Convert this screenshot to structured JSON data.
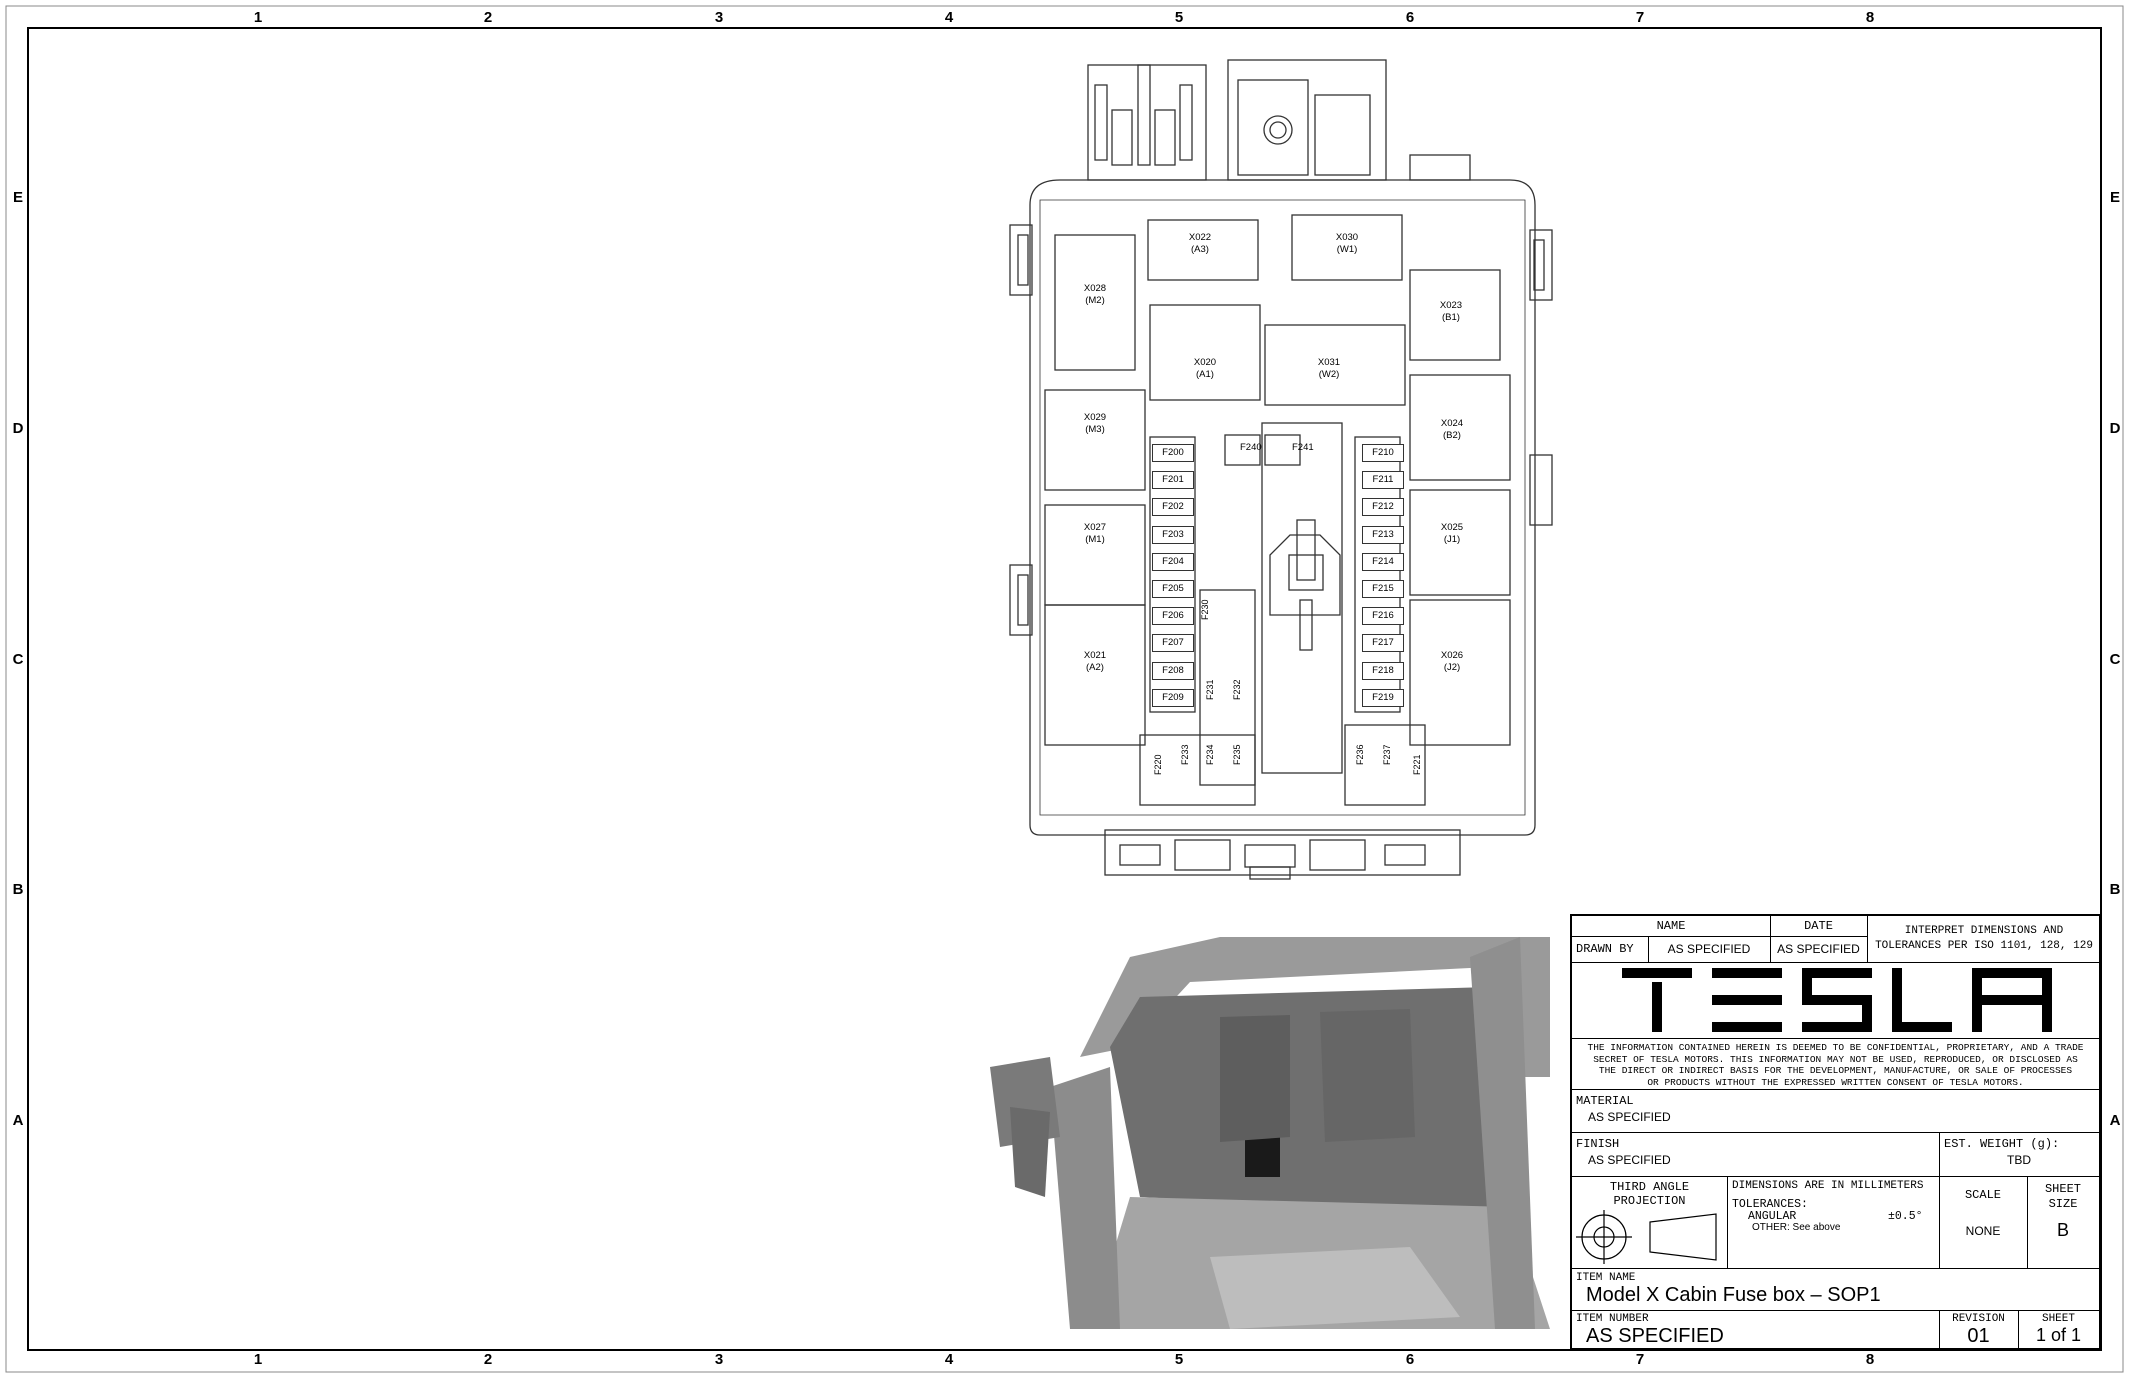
{
  "grid": {
    "columns": [
      "1",
      "2",
      "3",
      "4",
      "5",
      "6",
      "7",
      "8"
    ],
    "rows": [
      "E",
      "D",
      "C",
      "B",
      "A"
    ]
  },
  "fuse_box": {
    "connectors": [
      {
        "id": "X022",
        "sub": "(A3)"
      },
      {
        "id": "X030",
        "sub": "(W1)"
      },
      {
        "id": "X028",
        "sub": "(M2)"
      },
      {
        "id": "X023",
        "sub": "(B1)"
      },
      {
        "id": "X020",
        "sub": "(A1)"
      },
      {
        "id": "X031",
        "sub": "(W2)"
      },
      {
        "id": "X029",
        "sub": "(M3)"
      },
      {
        "id": "X024",
        "sub": "(B2)"
      },
      {
        "id": "X027",
        "sub": "(M1)"
      },
      {
        "id": "X025",
        "sub": "(J1)"
      },
      {
        "id": "X021",
        "sub": "(A2)"
      },
      {
        "id": "X026",
        "sub": "(J2)"
      }
    ],
    "fuses_left": [
      "F200",
      "F201",
      "F202",
      "F203",
      "F204",
      "F205",
      "F206",
      "F207",
      "F208",
      "F209"
    ],
    "fuses_right": [
      "F210",
      "F211",
      "F212",
      "F213",
      "F214",
      "F215",
      "F216",
      "F217",
      "F218",
      "F219"
    ],
    "fuses_top": [
      "F240",
      "F241"
    ],
    "fuses_vertical": [
      "F230",
      "F231",
      "F232",
      "F220",
      "F233",
      "F234",
      "F235",
      "F236",
      "F237",
      "F221"
    ]
  },
  "title_block": {
    "name_header": "NAME",
    "date_header": "DATE",
    "drawn_by_label": "DRAWN BY",
    "drawn_by_name": "AS SPECIFIED",
    "drawn_by_date": "AS SPECIFIED",
    "interpret_note": "INTERPRET DIMENSIONS AND TOLERANCES PER ISO 1101, 128, 129",
    "brand": "TESLA",
    "confidential_1": "THE INFORMATION CONTAINED HEREIN IS DEEMED TO BE CONFIDENTIAL, PROPRIETARY, AND A TRADE",
    "confidential_2": "SECRET OF TESLA MOTORS.  THIS INFORMATION MAY NOT BE USED, REPRODUCED, OR DISCLOSED AS",
    "confidential_3": "THE DIRECT OR INDIRECT BASIS FOR THE DEVELOPMENT, MANUFACTURE, OR SALE OF PROCESSES",
    "confidential_4": "OR PRODUCTS WITHOUT THE EXPRESSED WRITTEN CONSENT OF TESLA MOTORS.",
    "material_label": "MATERIAL",
    "material_value": "AS SPECIFIED",
    "finish_label": "FINISH",
    "finish_value": "AS SPECIFIED",
    "weight_label": "EST. WEIGHT (g):",
    "weight_value": "TBD",
    "projection_label_1": "THIRD ANGLE",
    "projection_label_2": "PROJECTION",
    "dims_label": "DIMENSIONS ARE IN MILLIMETERS",
    "tolerances_label": "TOLERANCES:",
    "angular_label": "ANGULAR",
    "angular_value": "±0.5°",
    "other_label": "OTHER: See above",
    "scale_label": "SCALE",
    "scale_value": "NONE",
    "sheet_size_label_1": "SHEET",
    "sheet_size_label_2": "SIZE",
    "sheet_size_value": "B",
    "item_name_label": "ITEM NAME",
    "item_name_value": "Model X Cabin Fuse box – SOP1",
    "item_number_label": "ITEM NUMBER",
    "item_number_value": "AS SPECIFIED",
    "revision_label": "REVISION",
    "revision_value": "01",
    "sheet_label": "SHEET",
    "sheet_value": "1 of 1"
  },
  "colors": {
    "line": "#000000",
    "drawing_line": "#333333",
    "photo_gray": "#8a8a8a"
  }
}
